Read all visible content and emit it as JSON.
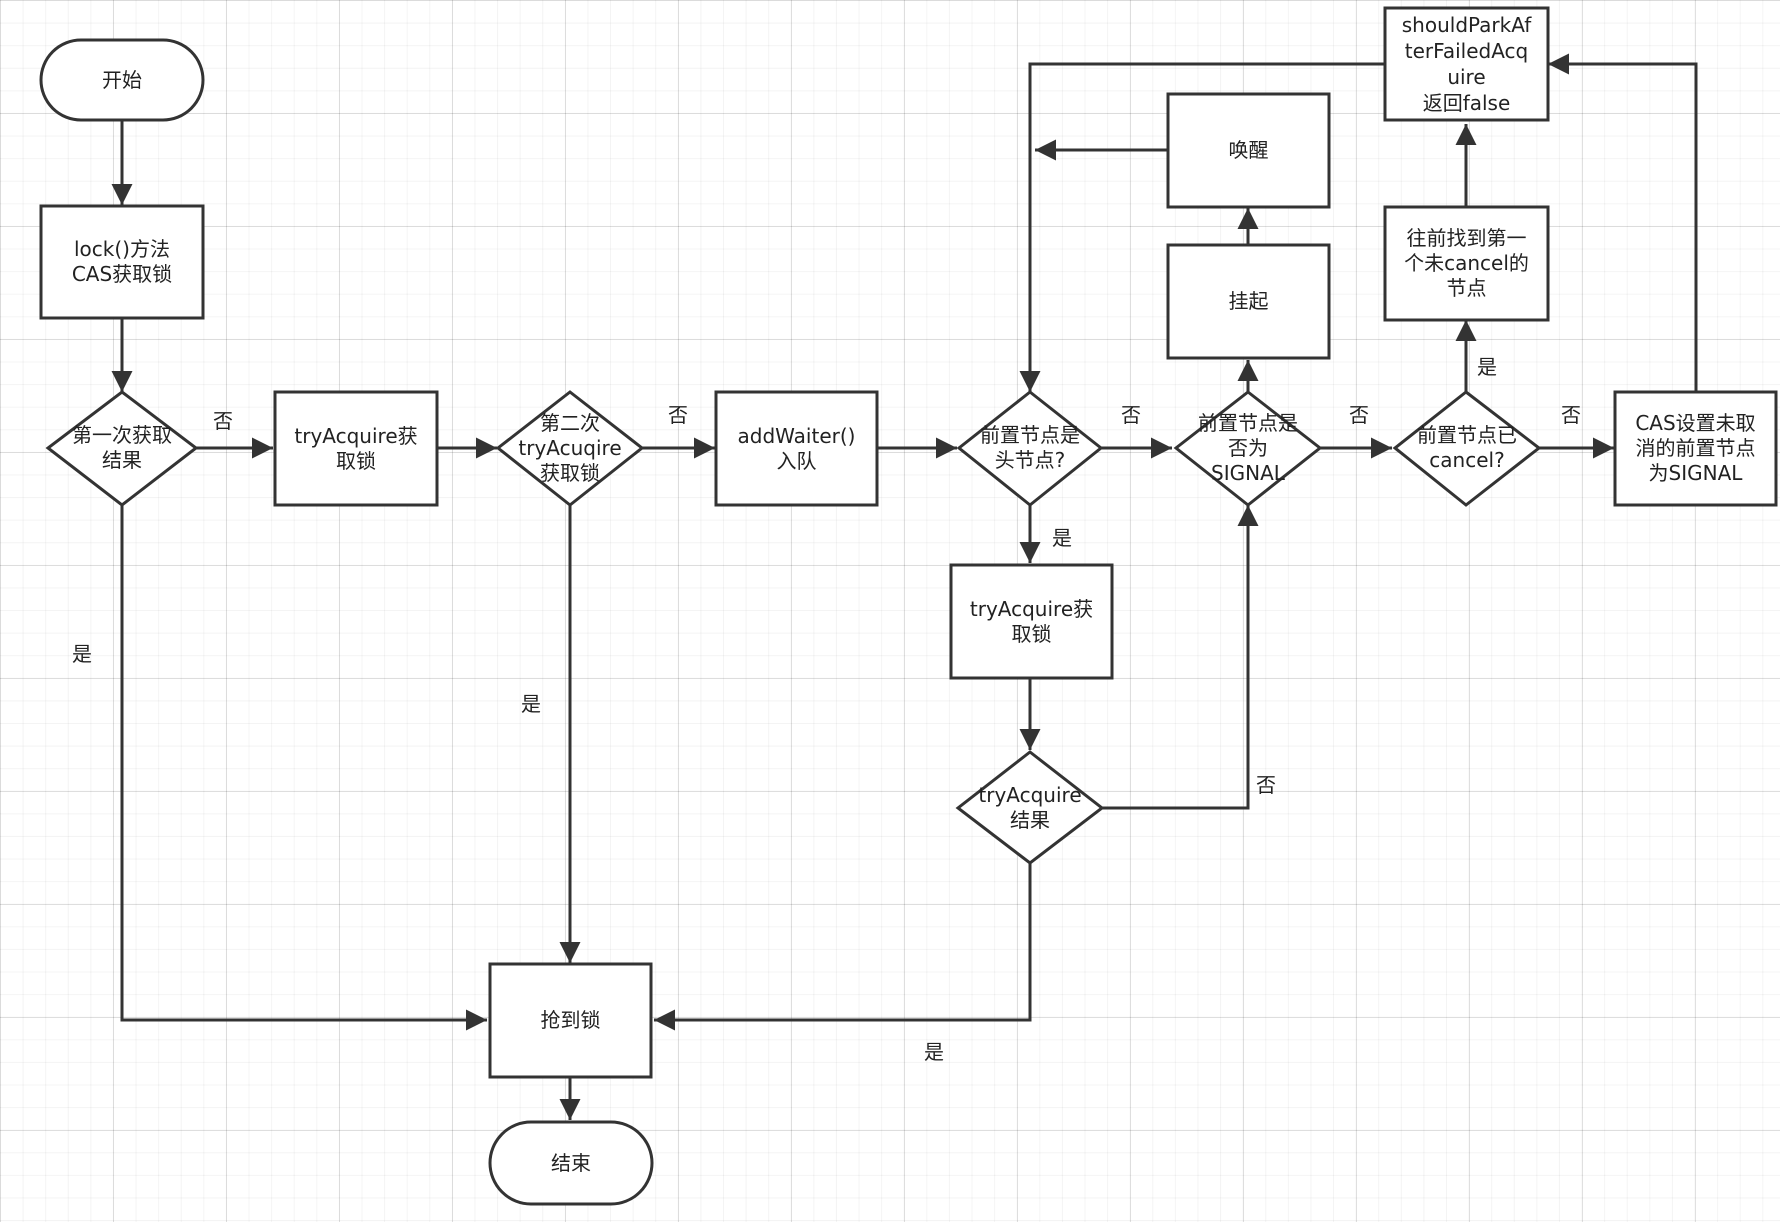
{
  "colors": {
    "stroke": "#333333",
    "fill": "#ffffff",
    "text": "#222222"
  },
  "nodes": {
    "start": "开始",
    "lock_cas": "lock()方法\nCAS获取锁",
    "first_attempt_result": "第一次获取\n结果",
    "try_acquire_1": "tryAcquire获\n取锁",
    "second_try_acquire": "第二次\ntryAcuqire\n获取锁",
    "add_waiter": "addWaiter()\n入队",
    "predecessor_is_head": "前置节点是\n头节点?",
    "predecessor_is_signal": "前置节点是\n否为\nSIGNAL",
    "predecessor_cancelled": "前置节点已\ncancel?",
    "cas_set_signal": "CAS设置未取\n消的前置节点\n为SIGNAL",
    "should_park_false": "shouldParkAf\nterFailedAcq\nuire\n返回false",
    "find_uncancelled": "往前找到第一\n个未cancel的\n节点",
    "wake_up": "唤醒",
    "park": "挂起",
    "try_acquire_2": "tryAcquire获\n取锁",
    "try_acquire_result": "tryAcquire\n结果",
    "lock_acquired": "抢到锁",
    "end": "结束"
  },
  "edge_labels": {
    "first_no": "否",
    "first_yes": "是",
    "second_no": "否",
    "second_yes": "是",
    "head_no": "否",
    "head_yes": "是",
    "signal_no": "否",
    "cancel_yes": "是",
    "cancel_no": "否",
    "try_result_no": "否",
    "try_result_yes": "是"
  }
}
